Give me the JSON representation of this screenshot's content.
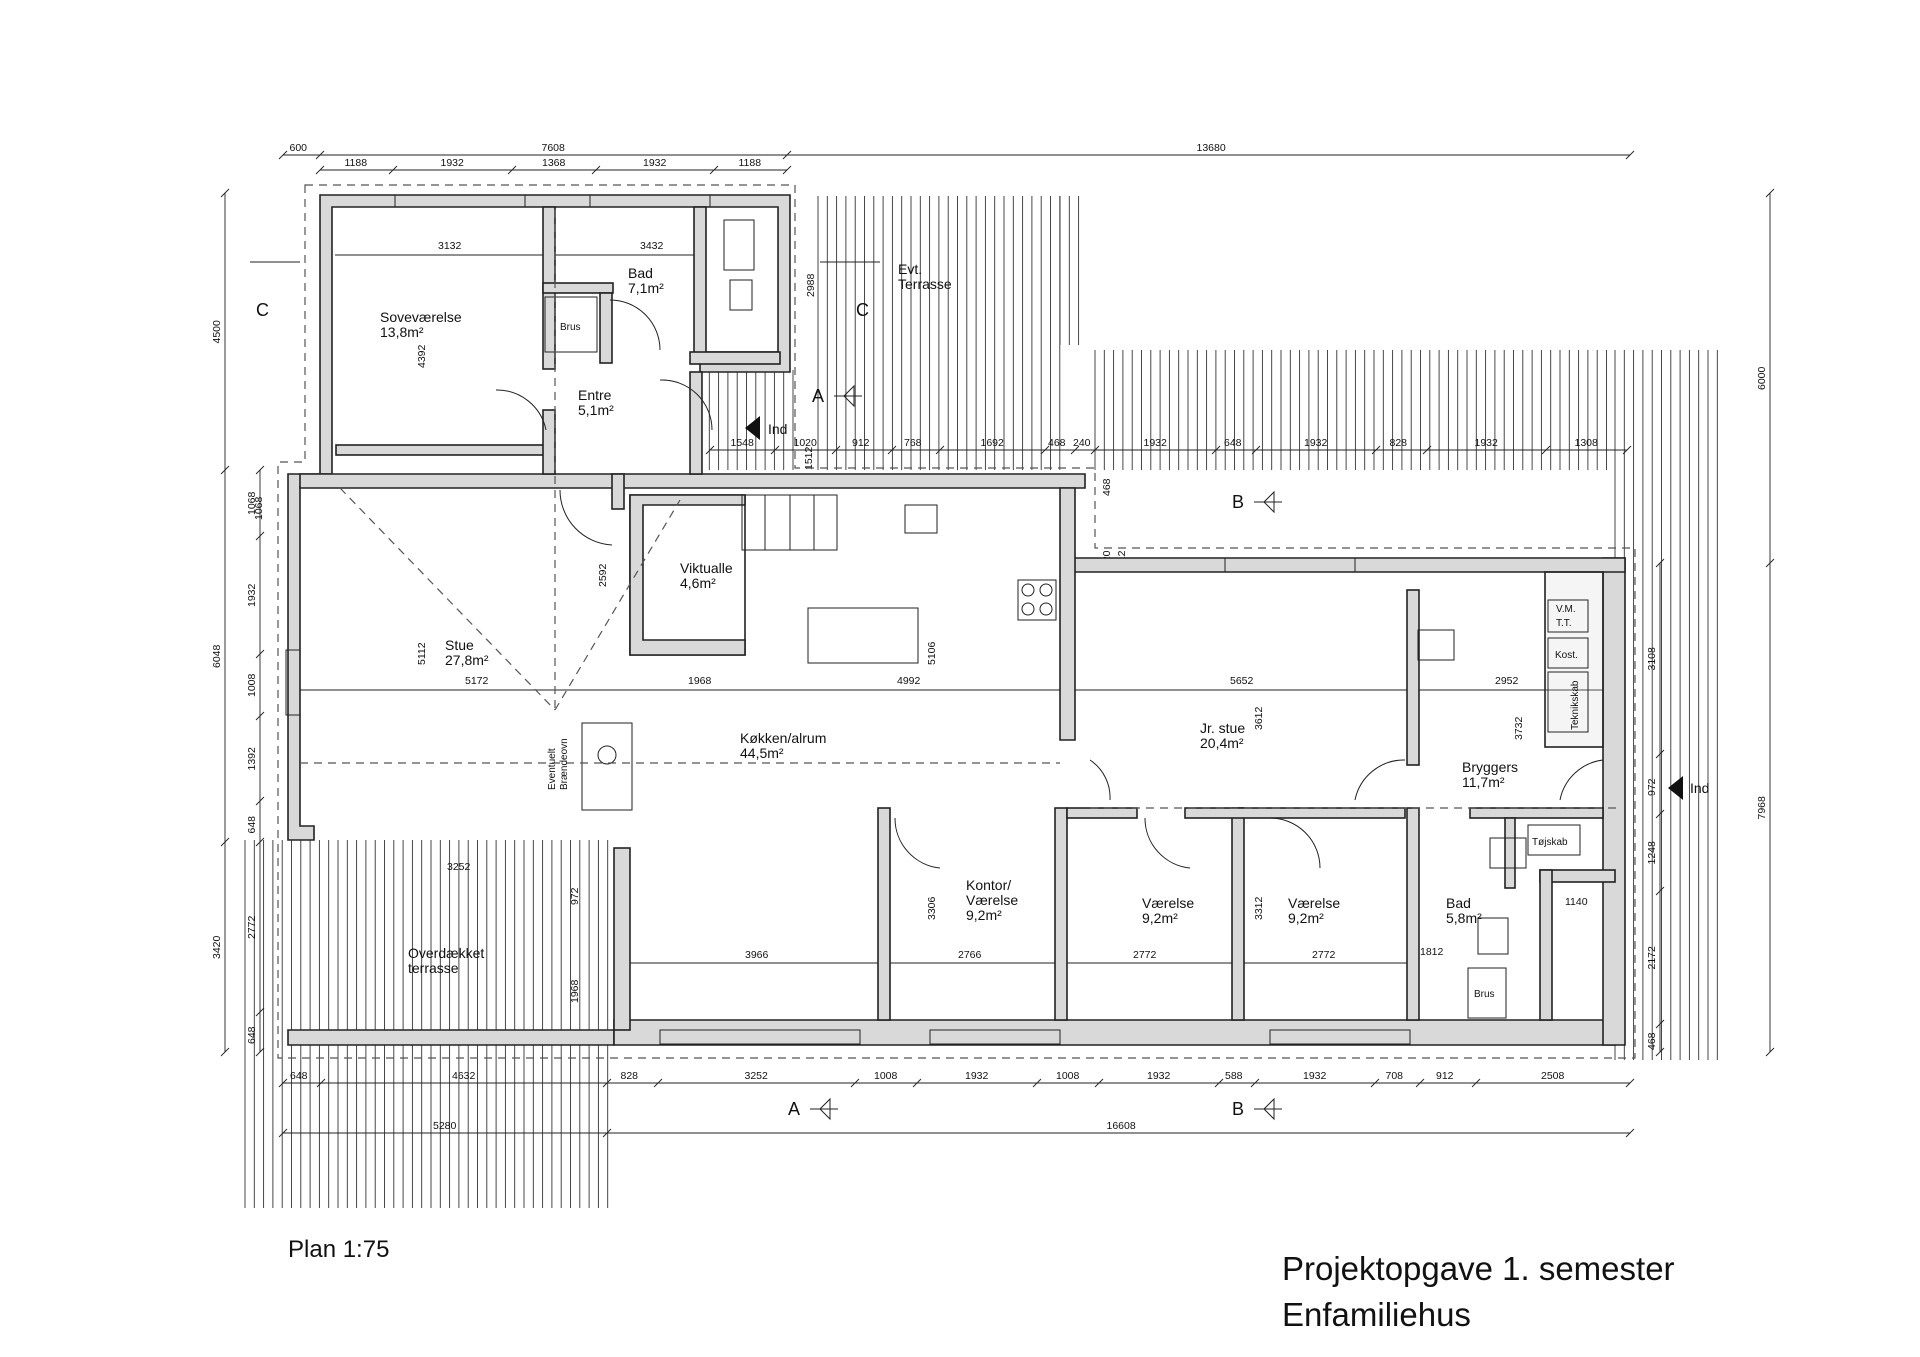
{
  "footer": {
    "scale": "Plan  1:75",
    "title": "Projektopgave 1. semester",
    "subtitle": "Enfamiliehus"
  },
  "rooms": [
    {
      "id": "sovevaerelse",
      "name": "Soveværelse",
      "area": "13,8m²"
    },
    {
      "id": "bad1",
      "name": "Bad",
      "area": "7,1m²"
    },
    {
      "id": "entre",
      "name": "Entre",
      "area": "5,1m²"
    },
    {
      "id": "stue",
      "name": "Stue",
      "area": "27,8m²"
    },
    {
      "id": "viktualle",
      "name": "Viktualle",
      "area": "4,6m²"
    },
    {
      "id": "kokken",
      "name": "Køkken/alrum",
      "area": "44,5m²"
    },
    {
      "id": "jrstue",
      "name": "Jr. stue",
      "area": "20,4m²"
    },
    {
      "id": "bryggers",
      "name": "Bryggers",
      "area": "11,7m²"
    },
    {
      "id": "kontor",
      "name": "Kontor/ Værelse",
      "area": "9,2m²"
    },
    {
      "id": "vaerelse1",
      "name": "Værelse",
      "area": "9,2m²"
    },
    {
      "id": "vaerelse2",
      "name": "Værelse",
      "area": "9,2m²"
    },
    {
      "id": "bad2",
      "name": "Bad",
      "area": "5,8m²"
    },
    {
      "id": "overdaekket",
      "name": "Overdækket terrasse",
      "area": ""
    },
    {
      "id": "evt-terrasse",
      "name": "Evt. Terrasse",
      "area": ""
    }
  ],
  "fixtures": {
    "brus1": "Brus",
    "brus2": "Brus",
    "vm": "V.M.",
    "tt": "T.T.",
    "kost": "Kost.",
    "teknikskab": "Teknikskab",
    "tojskab": "Tøjskab",
    "braendeovn": "Eventuelt Brændeovn"
  },
  "section_marks": {
    "a": "A",
    "b": "B",
    "c": "C",
    "entrance": "Ind"
  },
  "dimensions": {
    "top_row1": [
      "600",
      "7608",
      "13680"
    ],
    "top_row2": [
      "1188",
      "1932",
      "1368",
      "1932",
      "1188"
    ],
    "bottom_row1": [
      "648",
      "4632",
      "828",
      "3252",
      "1008",
      "1932",
      "1008",
      "1932",
      "588",
      "1932",
      "708",
      "912",
      "2508"
    ],
    "bottom_row2": [
      "5280",
      "16608"
    ],
    "left_outer": [
      "4500",
      "6048",
      "3420"
    ],
    "left_inner": [
      "1068",
      "1932",
      "1008",
      "1392",
      "648",
      "2772",
      "648"
    ],
    "right_outer": [
      "6000",
      "7968"
    ],
    "right_inner": [
      "3108",
      "972",
      "1248",
      "2172",
      "468"
    ],
    "mid_row": [
      "1548",
      "1020",
      "912",
      "768",
      "1692",
      "468",
      "240",
      "1932",
      "648",
      "1932",
      "828",
      "1932",
      "1308"
    ],
    "interior": [
      "3132",
      "3432",
      "2988",
      "4392",
      "5112",
      "2592",
      "1512",
      "5172",
      "1968",
      "4992",
      "5106",
      "5652",
      "2952",
      "3612",
      "3732",
      "468",
      "912",
      "120",
      "1068",
      "3252",
      "972",
      "1968",
      "3966",
      "2766",
      "2772",
      "2772",
      "3306",
      "3312",
      "1812",
      "1140"
    ]
  }
}
